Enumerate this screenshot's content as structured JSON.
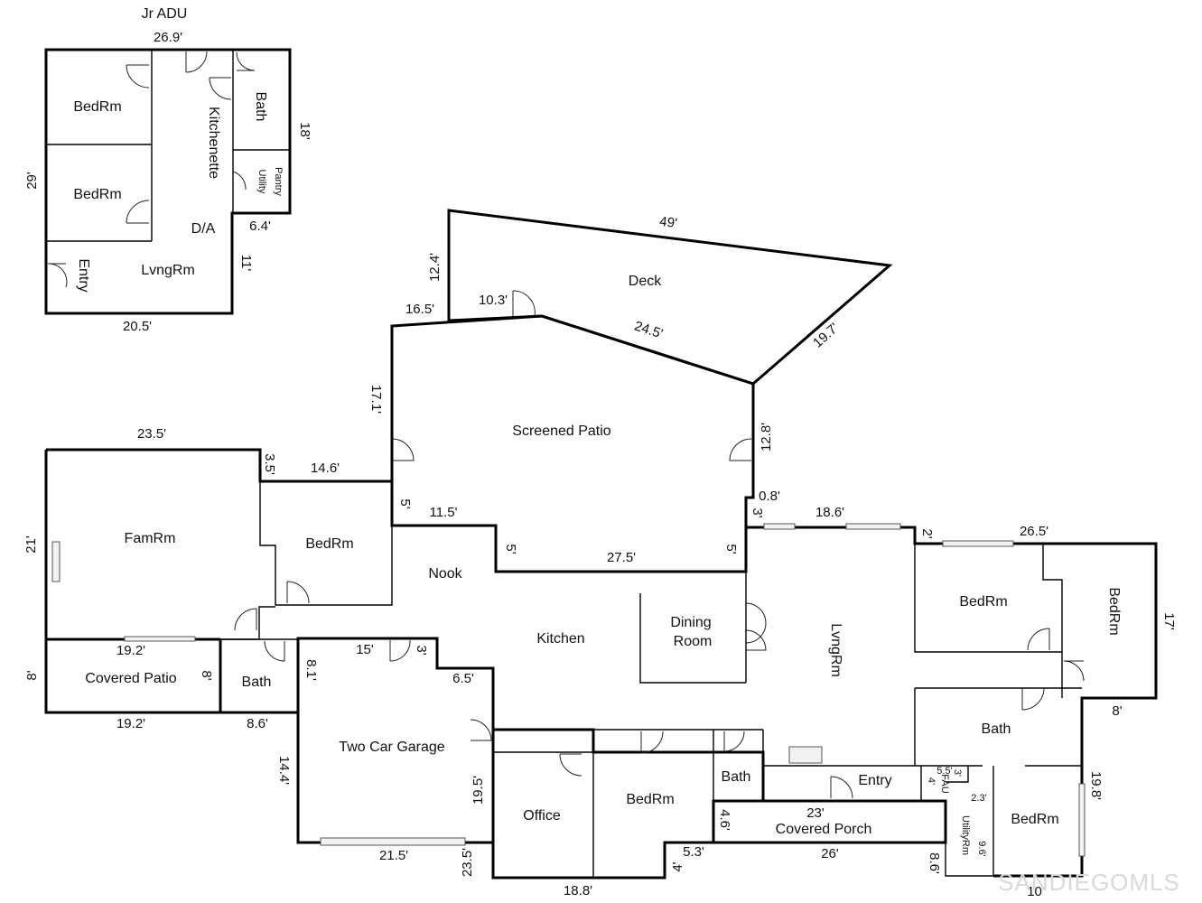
{
  "adu": {
    "title": "Jr ADU",
    "rooms": {
      "bedrm1": "BedRm",
      "bedrm2": "BedRm",
      "bath": "Bath",
      "kitchenette": "Kitchenette",
      "pantry": "Pantry",
      "utility": "Utility",
      "da": "D/A",
      "entry": "Entry",
      "lvngrm": "LvngRm"
    },
    "dims": {
      "top": "26.9'",
      "right": "18'",
      "left": "29'",
      "step": "6.4'",
      "lower_right": "11'",
      "bottom": "20.5'"
    }
  },
  "deck": {
    "label": "Deck",
    "dims": {
      "top": "49'",
      "left": "12.4'",
      "inner_a": "10.3'",
      "inner_b": "24.5'",
      "right": "19.7'"
    }
  },
  "main": {
    "rooms": {
      "screened_patio": "Screened Patio",
      "famrm": "FamRm",
      "bedrm_west": "BedRm",
      "nook": "Nook",
      "kitchen": "Kitchen",
      "dining": "Dining",
      "dining_2": "Room",
      "lvngrm": "LvngRm",
      "bedrm_ne1": "BedRm",
      "bedrm_ne2": "BedRm",
      "covered_patio": "Covered Patio",
      "bath_west": "Bath",
      "garage": "Two Car Garage",
      "office": "Office",
      "bedrm_south": "BedRm",
      "bath_south": "Bath",
      "entry": "Entry",
      "covered_porch": "Covered Porch",
      "bath_east": "Bath",
      "fau": "FAU",
      "utilityrm": "UtilityRm",
      "bedrm_se": "BedRm"
    },
    "dims": {
      "d_16_5": "16.5'",
      "d_17_1": "17.1'",
      "d_12_8": "12.8'",
      "d_23_5": "23.5'",
      "d_3_5": "3.5'",
      "d_14_6": "14.6'",
      "d_21": "21'",
      "d_5a": "5'",
      "d_11_5": "11.5'",
      "d_5b": "5'",
      "d_27_5": "27.5'",
      "d_5c": "5'",
      "d_0_8": "0.8'",
      "d_3a": "3'",
      "d_18_6": "18.6'",
      "d_2": "2'",
      "d_26_5": "26.5'",
      "d_17": "17'",
      "d_8a": "8'",
      "d_19_2a": "19.2'",
      "d_8b": "8'",
      "d_8c": "8'",
      "d_19_2b": "19.2'",
      "d_8_6": "8.6'",
      "d_15": "15'",
      "d_3b": "3'",
      "d_8_1": "8.1'",
      "d_6_5": "6.5'",
      "d_14_4": "14.4'",
      "d_19_5": "19.5'",
      "d_21_5": "21.5'",
      "d_23_5b": "23.5'",
      "d_18_8": "18.8'",
      "d_4a": "4'",
      "d_5_3": "5.3'",
      "d_4_6": "4.6'",
      "d_23": "23'",
      "d_26": "26'",
      "d_8_6b": "8.6'",
      "d_5_5": "5.5'",
      "d_4b": "4'",
      "d_3c": "3'",
      "d_2_3": "2.3'",
      "d_9_6": "9.6'",
      "d_19_8": "19.8'",
      "d_10": "10'"
    }
  },
  "watermark": "SANDIEGOMLS"
}
